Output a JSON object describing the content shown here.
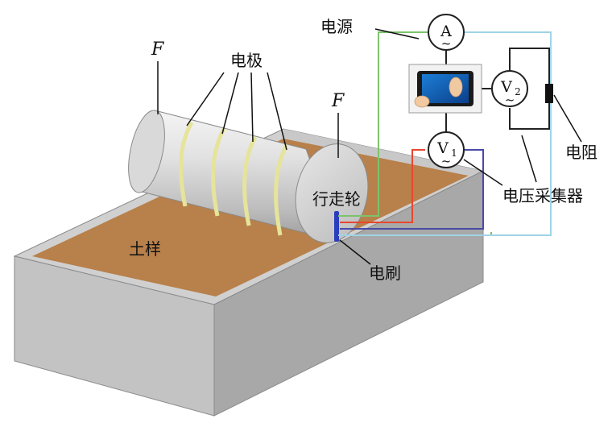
{
  "labels": {
    "force_left": "F",
    "force_right": "F",
    "electrodes": "电极",
    "power_source": "电源",
    "walking_wheel": "行走轮",
    "soil_sample": "土样",
    "brush": "电刷",
    "resistor": "电阻",
    "voltage_collector": "电压采集器"
  },
  "meters": {
    "ammeter": "A",
    "voltmeter1": "V",
    "voltmeter1_sub": "1",
    "voltmeter2": "V",
    "voltmeter2_sub": "2",
    "ac_symbol": "~"
  },
  "colors": {
    "soil": "#b8804a",
    "box_top_rim": "#d2d2d2",
    "box_front": "#c4c4c4",
    "box_side": "#a9a9a9",
    "cylinder": "#d8d8d8",
    "electrode_ring": "#e6e49a",
    "wire_green": "#7cc36b",
    "wire_cyan": "#9fd4e6",
    "wire_red": "#e8462e",
    "wire_blue": "#4a4aa8",
    "wire_black": "#222222",
    "brush": "#2a3dbd"
  },
  "icons": {
    "tablet": "tablet-touch-icon"
  }
}
